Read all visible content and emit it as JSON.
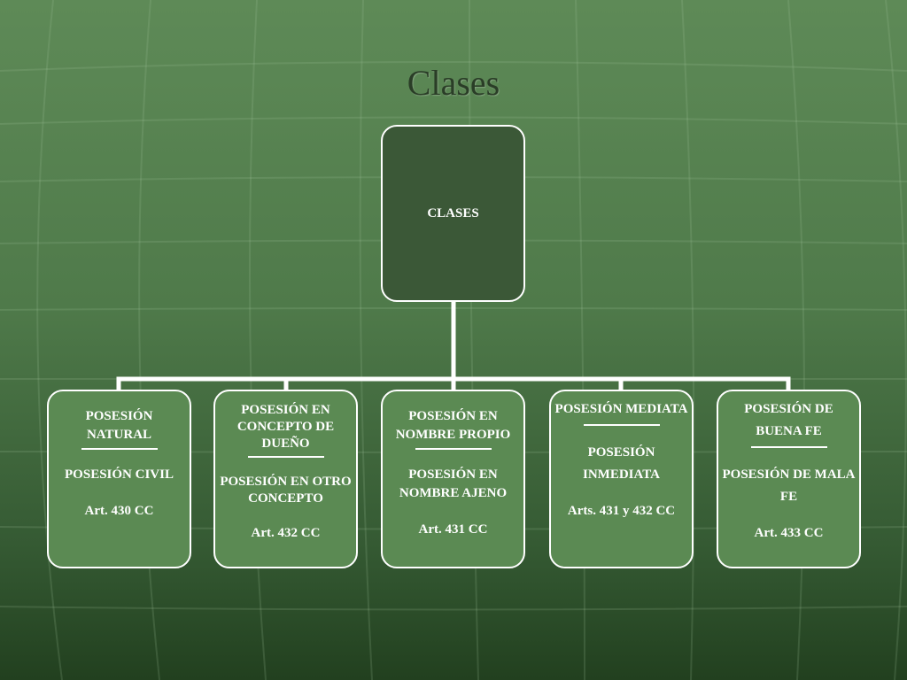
{
  "slide": {
    "title": "Clases"
  },
  "diagram": {
    "root": {
      "label": "CLASES"
    },
    "children": [
      {
        "top": "POSESIÓN NATURAL",
        "bottom": "POSESIÓN CIVIL",
        "article": "Art. 430 CC"
      },
      {
        "top": "POSESIÓN EN CONCEPTO DE DUEÑO",
        "bottom": "POSESIÓN EN OTRO CONCEPTO",
        "article": "Art. 432 CC"
      },
      {
        "top": "POSESIÓN EN NOMBRE PROPIO",
        "bottom": "POSESIÓN EN NOMBRE AJENO",
        "article": "Art. 431 CC"
      },
      {
        "top": "POSESIÓN MEDIATA",
        "bottom": "POSESIÓN INMEDIATA",
        "article": "Arts. 431 y 432 CC"
      },
      {
        "top": "POSESIÓN DE BUENA FE",
        "bottom": "POSESIÓN DE MALA FE",
        "article": "Art. 433 CC"
      }
    ]
  },
  "colors": {
    "background_top": "#5e8a57",
    "background_bottom": "#22401f",
    "root_fill": "#3b5837",
    "child_fill": "#5b8a53",
    "border": "#ffffff",
    "title_text": "#2a3d27"
  }
}
